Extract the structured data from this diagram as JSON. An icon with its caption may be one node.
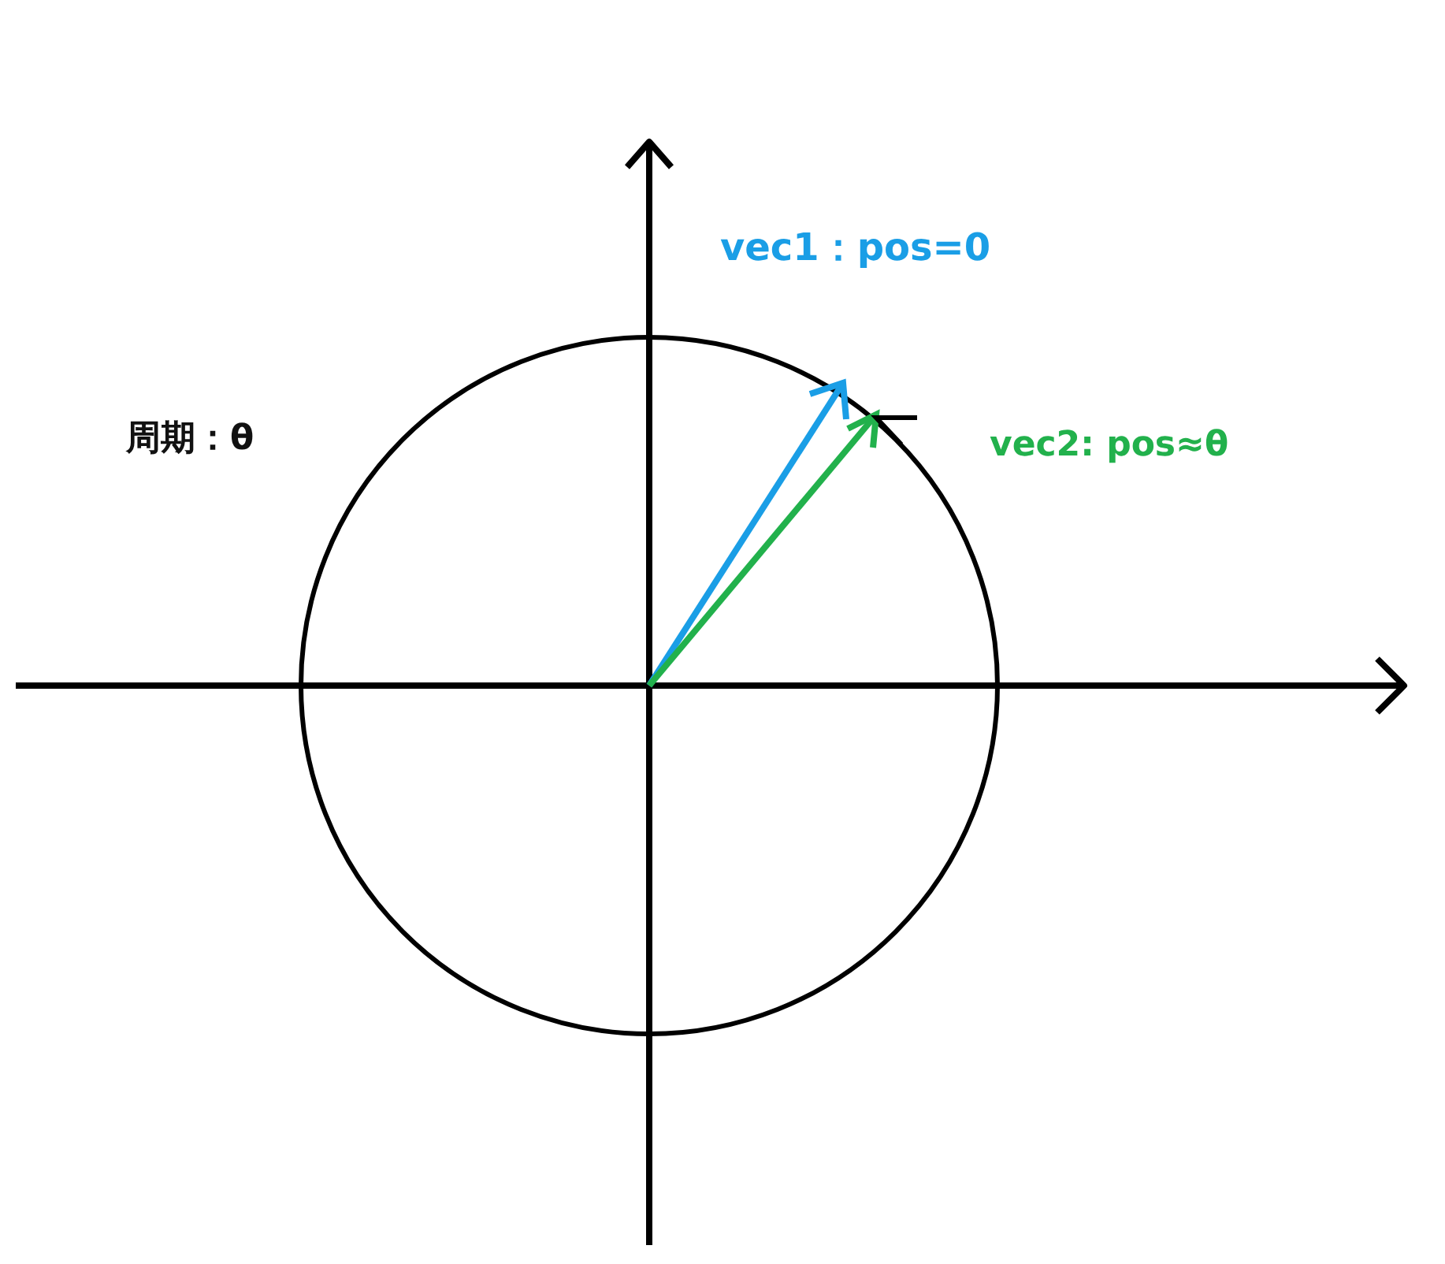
{
  "diagram": {
    "labels": [
      "vec1：pos=0",
      "vec2: pos≈θ",
      "周期：θ"
    ]
  }
}
